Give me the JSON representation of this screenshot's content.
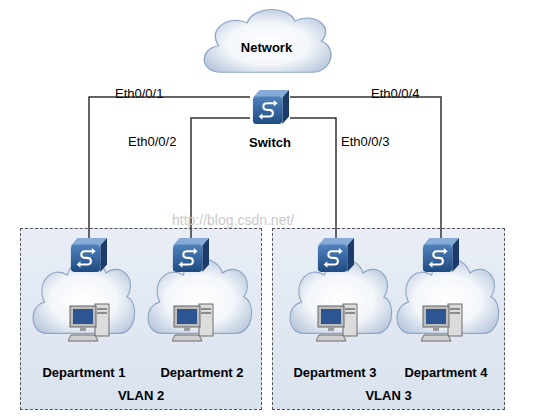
{
  "diagram": {
    "nodes": [
      {
        "text": [
          "Network"
        ]
      },
      {
        "text": [
          "Switch"
        ]
      },
      {
        "text": [
          "VLAN 2"
        ]
      },
      {
        "text": [
          "Department 1"
        ],
        "in": 2
      },
      {
        "text": [
          "Department 2"
        ],
        "in": 2
      },
      {
        "text": [
          "VLAN 3"
        ]
      },
      {
        "text": [
          "Department 3"
        ],
        "in": 5
      },
      {
        "text": [
          "Department 4"
        ],
        "in": 5
      }
    ],
    "edges": [
      {
        "from": 1,
        "to": 3,
        "label": "Eth0/0/1",
        "arrow": "none"
      },
      {
        "from": 1,
        "to": 4,
        "label": "Eth0/0/2",
        "arrow": "none"
      },
      {
        "from": 1,
        "to": 6,
        "label": "Eth0/0/3",
        "arrow": "none"
      },
      {
        "from": 1,
        "to": 7,
        "label": "Eth0/0/4",
        "arrow": "none"
      }
    ],
    "labels": [
      "http://blog.csdn.net/"
    ]
  }
}
